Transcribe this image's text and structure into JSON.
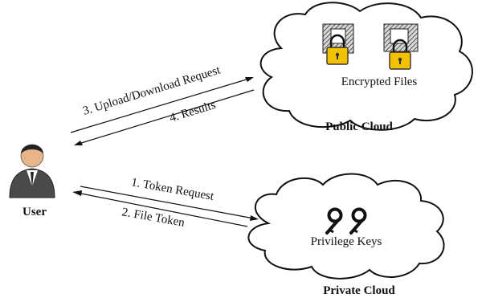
{
  "arrows": {
    "upload_request": "3. Upload/Download Request",
    "results": "4. Results",
    "token_request": "1. Token Request",
    "file_token": "2. File Token"
  },
  "public_cloud": {
    "inner_label": "Encrypted Files",
    "caption": "Public Cloud"
  },
  "private_cloud": {
    "inner_label": "Privilege Keys",
    "caption": "Private Cloud"
  },
  "user": {
    "label": "User"
  },
  "colors": {
    "line": "#111111",
    "lock_gold": "#f2c200",
    "key_black": "#111111",
    "avatar_skin": "#e8b48a",
    "avatar_suit": "#4a4a4a"
  }
}
